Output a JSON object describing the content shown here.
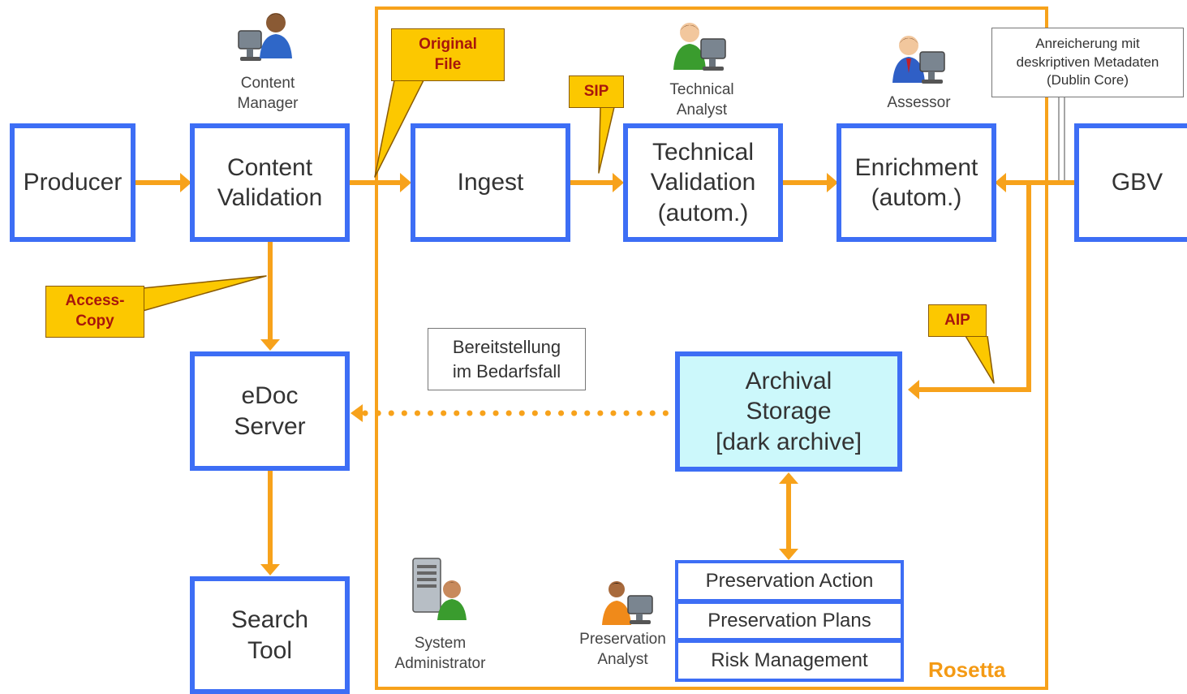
{
  "boxes": {
    "producer": "Producer",
    "content_validation": "Content\nValidation",
    "ingest": "Ingest",
    "technical_validation": "Technical\nValidation\n(autom.)",
    "enrichment": "Enrichment\n(autom.)",
    "gbv": "GBV",
    "edoc_server": "eDoc\nServer",
    "search_tool": "Search\nTool",
    "archival_storage": "Archival\nStorage\n[dark archive]"
  },
  "preservation_items": [
    "Preservation Action",
    "Preservation Plans",
    "Risk Management"
  ],
  "roles": {
    "content_manager": "Content\nManager",
    "technical_analyst": "Technical\nAnalyst",
    "assessor": "Assessor",
    "system_administrator": "System\nAdministrator",
    "preservation_analyst": "Preservation\nAnalyst"
  },
  "callouts": {
    "original_file": "Original\nFile",
    "sip": "SIP",
    "access_copy": "Access-\nCopy",
    "aip": "AIP"
  },
  "notes": {
    "metadata": "Anreicherung mit\ndeskriptiven Metadaten\n(Dublin Core)",
    "provision": "Bereitstellung\nim Bedarfsfall"
  },
  "container_label": "Rosetta",
  "colors": {
    "box_border": "#3d6ef5",
    "arrow": "#f7a21b",
    "rosetta": "#f49a14",
    "callout_fill": "#fcc800",
    "callout_text": "#a8160c",
    "archival_fill": "#ccf8fb"
  },
  "icons": [
    "person-at-computer-icon",
    "server-admin-icon"
  ]
}
